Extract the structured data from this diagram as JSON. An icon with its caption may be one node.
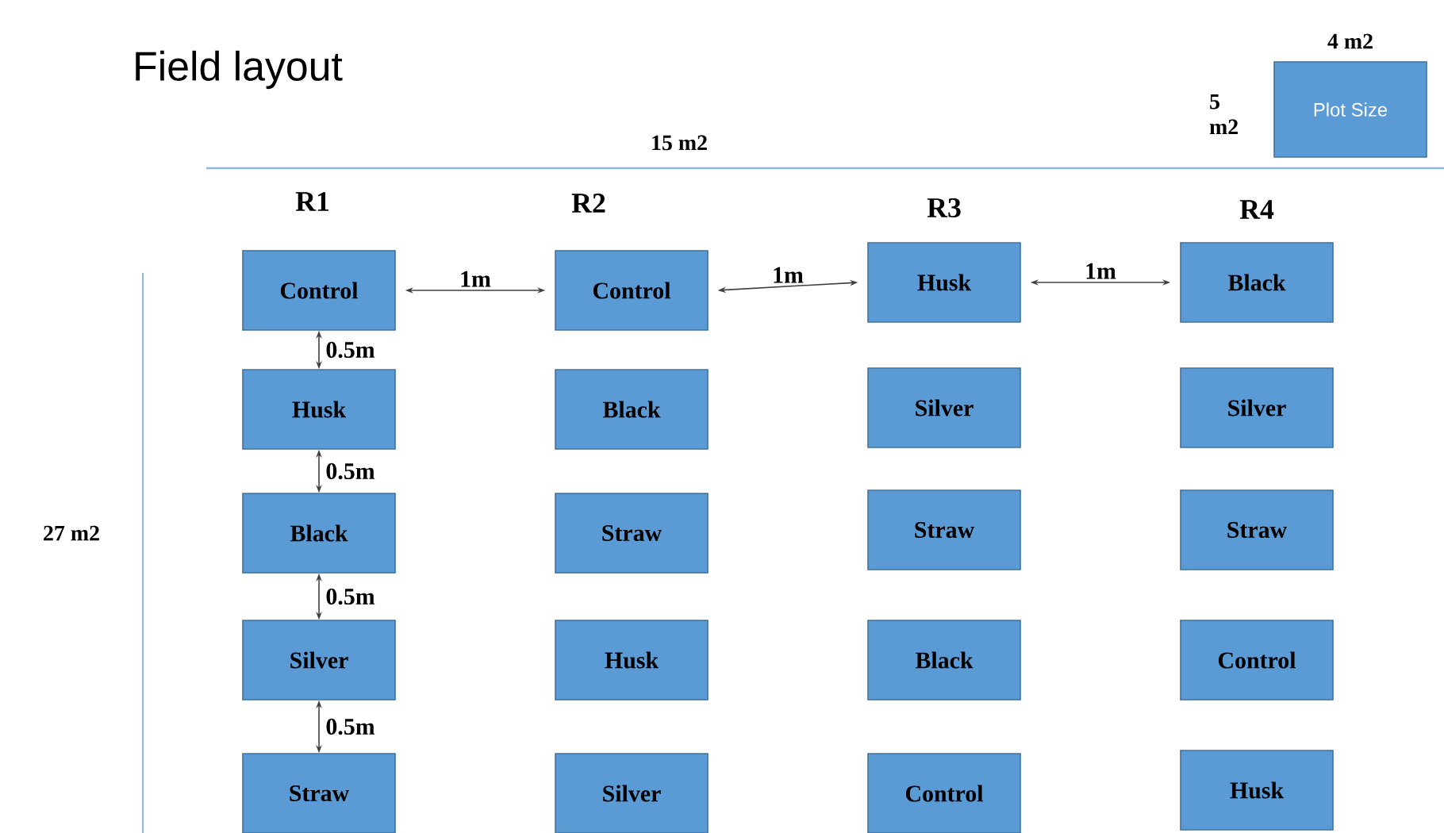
{
  "diagram": {
    "title": "Field layout",
    "nodes": [
      {
        "text": [
          "Plot Size"
        ]
      },
      {
        "text": [
          "Control"
        ]
      },
      {
        "text": [
          "Control"
        ]
      },
      {
        "text": [
          "Husk"
        ]
      },
      {
        "text": [
          "Black"
        ]
      },
      {
        "text": [
          "Husk"
        ]
      },
      {
        "text": [
          "Black"
        ]
      },
      {
        "text": [
          "Silver"
        ]
      },
      {
        "text": [
          "Silver"
        ]
      },
      {
        "text": [
          "Black"
        ]
      },
      {
        "text": [
          "Straw"
        ]
      },
      {
        "text": [
          "Straw"
        ]
      },
      {
        "text": [
          "Straw"
        ]
      },
      {
        "text": [
          "Silver"
        ]
      },
      {
        "text": [
          "Husk"
        ]
      },
      {
        "text": [
          "Black"
        ]
      },
      {
        "text": [
          "Control"
        ]
      },
      {
        "text": [
          "Straw"
        ]
      },
      {
        "text": [
          "Silver"
        ]
      },
      {
        "text": [
          "Control"
        ]
      },
      {
        "text": [
          "Husk"
        ]
      }
    ],
    "edges": [
      {
        "from": 1,
        "to": 2,
        "arrow": "both",
        "label": "1m"
      },
      {
        "from": 2,
        "to": 3,
        "arrow": "both",
        "label": "1m"
      },
      {
        "from": 3,
        "to": 4,
        "arrow": "both",
        "label": "1m"
      },
      {
        "from": 1,
        "to": 5,
        "arrow": "both",
        "label": "0.5m"
      },
      {
        "from": 5,
        "to": 9,
        "arrow": "both",
        "label": "0.5m"
      },
      {
        "from": 9,
        "to": 13,
        "arrow": "both",
        "label": "0.5m"
      },
      {
        "from": 13,
        "to": 17,
        "arrow": "both",
        "label": "0.5m"
      }
    ],
    "labels": [
      "4 m2",
      "5 m2",
      "15 m2",
      "R1",
      "R2",
      "R3",
      "R4",
      "27 m2"
    ]
  }
}
